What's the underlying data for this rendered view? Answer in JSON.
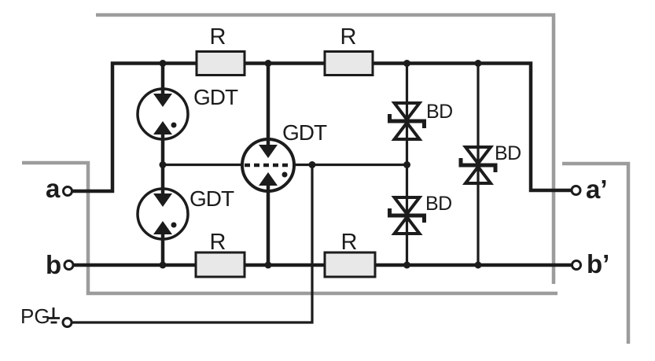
{
  "figure": {
    "type": "circuit-schematic",
    "colors": {
      "wire": "#1c1c1c",
      "frame": "#9c9c9c",
      "resistor_fill": "#e8e8e8",
      "background": "#ffffff"
    },
    "terminals": {
      "a": {
        "label": "a"
      },
      "b": {
        "label": "b"
      },
      "a_out": {
        "label": "a’"
      },
      "b_out": {
        "label": "b’"
      },
      "pg": {
        "label": "PG"
      }
    },
    "resistors": [
      {
        "label": "R"
      },
      {
        "label": "R"
      },
      {
        "label": "R"
      },
      {
        "label": "R"
      }
    ],
    "gdts": [
      {
        "label": "GDT",
        "electrodes": "2-electrode"
      },
      {
        "label": "GDT",
        "electrodes": "2-electrode"
      },
      {
        "label": "GDT",
        "electrodes": "3-electrode"
      }
    ],
    "diodes": [
      {
        "label": "BD"
      },
      {
        "label": "BD"
      },
      {
        "label": "BD"
      }
    ]
  }
}
